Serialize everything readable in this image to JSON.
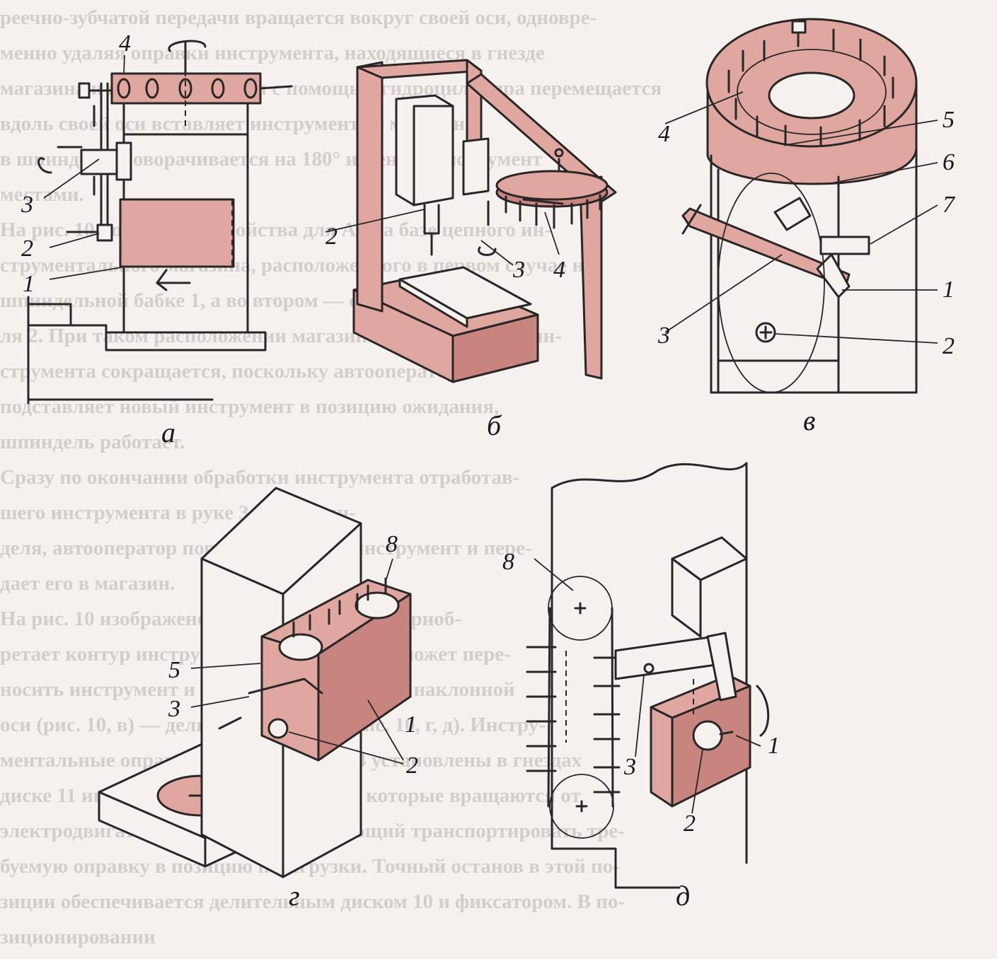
{
  "background_text": {
    "lines": [
      "реечно-зубчатой передачи вращается вокруг своей оси, одновре-",
      "менно удаляя оправки инструмента, находящиеся в гнезде",
      "магазина и шпинделя. Затем с помощью гидроцилиндра перемещается",
      "вдоль своей оси вставляет инструмент из магазина",
      "в шпиндель, поворачивается на 180° и меняет инструмент",
      "местами.",
      "На рис. 10 показаны устройства для АЗ на базе цепного ин-",
      "струментального магазина, расположенного в первом случае на",
      "шпиндельной бабке 1, а во втором — сбоку от шпинде-",
      "ля 2. При таком расположении магазина время на смену ин-",
      "струмента сокращается, поскольку автооператор",
      "подставляет новый инструмент в позицию ожидания,",
      "шпиндель работает.",
      "Сразу по окончании обработки инструмента отработав-",
      "шего инструмента в руке 3 и из шпин-",
      "деля, автооператор поворачивается и инструмент и пере-",
      "дает его в магазин.",
      "На рис. 10 изображено, — сам шпиндель и приоб-",
      "ретает контур инструмента. Автооператор может пере-",
      "носить инструмент и оправки в поворотной наклонной",
      "оси (рис. 10, в) — делительном столе (рис. 10, г, д). Инстру-",
      "ментальные оправки с инструментом 4 установлены в гнездах",
      "диске 11 инструментального магазина, которые вращаются от",
      "электродвигателя 12 на угол, позволяющий транспортировать тре-",
      "буемую оправку в позицию перегрузки. Точный останов в этой по-",
      "зиции обеспечивается делительным диском 10 и фиксатором. В по-",
      "зиционировании"
    ]
  },
  "figures": {
    "a": {
      "caption": "а",
      "labels": [
        "4",
        "3",
        "2",
        "1"
      ]
    },
    "b": {
      "caption": "б",
      "labels": [
        "2",
        "3",
        "4"
      ]
    },
    "v": {
      "caption": "в",
      "labels": [
        "4",
        "5",
        "6",
        "7",
        "1",
        "3",
        "2"
      ]
    },
    "g": {
      "caption": "г",
      "labels": [
        "8",
        "5",
        "3",
        "1",
        "2"
      ]
    },
    "d": {
      "caption": "д",
      "labels": [
        "8",
        "3",
        "1",
        "2"
      ]
    }
  },
  "colors": {
    "fill": "#e0a7a1",
    "ink": "#2b2626",
    "paper": "#f4f1ee"
  }
}
